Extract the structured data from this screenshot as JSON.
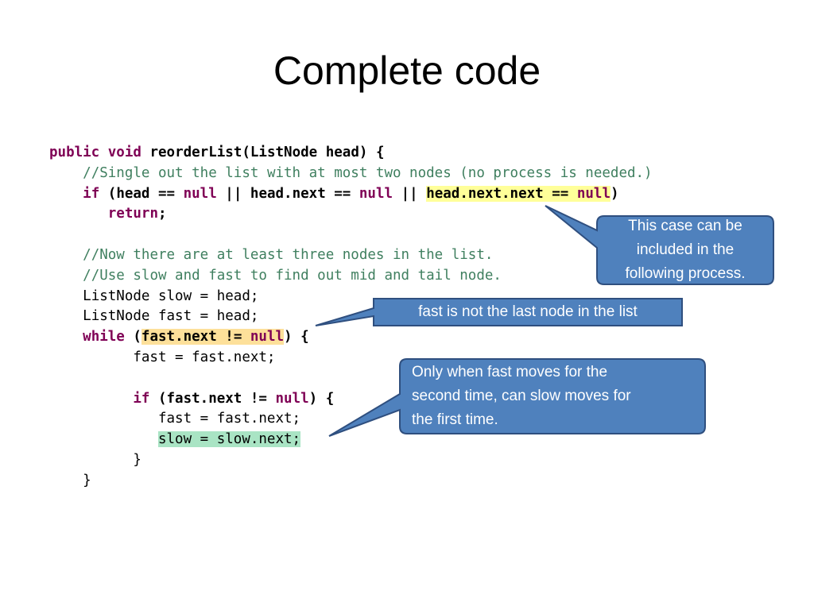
{
  "title": "Complete code",
  "code": {
    "l1": {
      "kw1": "public",
      "kw2": "void",
      "rest": "reorderList(ListNode head) {"
    },
    "l2": {
      "comment": "//Single out the list with at most two nodes (no process is needed.)"
    },
    "l3": {
      "kw_if": "if",
      "a": "(head == ",
      "null1": "null",
      "b": " || head.next == ",
      "null2": "null",
      "c": " || ",
      "hl_text": "head.next.next == ",
      "null3": "null",
      "d": ")"
    },
    "l4": {
      "kw_return": "return",
      "semi": ";"
    },
    "l6": {
      "comment": "//Now there are at least three nodes in the list."
    },
    "l7": {
      "comment": "//Use slow and fast to find out mid and tail node."
    },
    "l8": {
      "text": "ListNode slow = head;"
    },
    "l9": {
      "text": "ListNode fast = head;"
    },
    "l10": {
      "kw_while": "while",
      "a": " (",
      "hl_text": "fast.next != ",
      "null": "null",
      "b": ") {"
    },
    "l11": {
      "text": "fast = fast.next;"
    },
    "l13": {
      "kw_if": "if",
      "a": " (fast.next != ",
      "null": "null",
      "b": ") {"
    },
    "l14": {
      "text": "fast = fast.next;"
    },
    "l15": {
      "hl_text": "slow = slow.next;"
    },
    "l16": {
      "text": "}"
    },
    "l17": {
      "text": "}"
    }
  },
  "callouts": {
    "case_included": {
      "line1": "This case can be",
      "line2": "included in the",
      "line3": "following process."
    },
    "fast_not_last": {
      "text": "fast is not the last node in the list"
    },
    "slow_moves": {
      "line1": "Only when fast moves for the",
      "line2": "second time, can slow moves for",
      "line3": "the first time."
    }
  },
  "colors": {
    "keyword": "#7f0055",
    "comment": "#3f7f5f",
    "callout_fill": "#4f81bd",
    "callout_border": "#2f4f7f",
    "highlight_yellow": "#ffff99",
    "highlight_orange": "#fde09a",
    "highlight_green": "#a9e4c4"
  }
}
